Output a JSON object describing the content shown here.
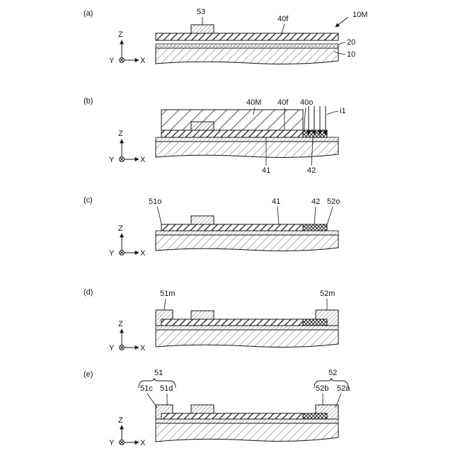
{
  "figure": {
    "ref_label": "10M",
    "axes": {
      "z": "Z",
      "y": "Y",
      "x": "X"
    },
    "panels": [
      {
        "id": "a",
        "label": "(a)",
        "callouts": [
          "53",
          "40f",
          "20",
          "10"
        ]
      },
      {
        "id": "b",
        "label": "(b)",
        "callouts": [
          "40M",
          "40f",
          "40o",
          "i1",
          "41",
          "42"
        ]
      },
      {
        "id": "c",
        "label": "(c)",
        "callouts": [
          "51o",
          "41",
          "42",
          "52o"
        ]
      },
      {
        "id": "d",
        "label": "(d)",
        "callouts": [
          "51m",
          "52m"
        ]
      },
      {
        "id": "e",
        "label": "(e)",
        "callouts": [
          "51",
          "52",
          "51c",
          "51d",
          "52b",
          "52a"
        ]
      }
    ]
  }
}
